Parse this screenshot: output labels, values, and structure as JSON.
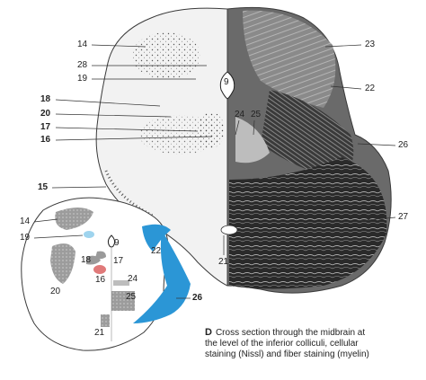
{
  "labels": {
    "main_14": "14",
    "main_28": "28",
    "main_19": "19",
    "main_18": "18",
    "main_20": "20",
    "main_17": "17",
    "main_16": "16",
    "main_15": "15",
    "main_23": "23",
    "main_22": "22",
    "main_26": "26",
    "main_27": "27",
    "main_9": "9",
    "main_24": "24",
    "main_25": "25",
    "main_21": "21",
    "inset_14": "14",
    "inset_19": "19",
    "inset_9": "9",
    "inset_18": "18",
    "inset_17": "17",
    "inset_16": "16",
    "inset_24": "24",
    "inset_20": "20",
    "inset_25": "25",
    "inset_22": "22",
    "inset_26": "26",
    "inset_21": "21"
  },
  "caption": {
    "letter": "D",
    "line1": "Cross section through the midbrain at",
    "line2": "the level of the inferior colliculi, cellular",
    "line3": "staining (Nissl) and fiber staining (myelin)"
  },
  "colors": {
    "nissl_bg": "#f2f2f2",
    "myelin_dark": "#2e2e2e",
    "myelin_mid": "#7a7a7a",
    "nucleus_gray": "#9a9a9a",
    "lemniscus_blue": "#2b96d6",
    "light_blue": "#9fd4ee",
    "red_nucleus_pink": "#e07a7a",
    "outline": "#3a3a3a"
  }
}
